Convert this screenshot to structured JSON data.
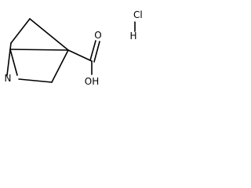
{
  "molecule": {
    "atoms": {
      "nitrogen": "N",
      "carbonyl_oxygen": "O",
      "hydroxyl": "OH",
      "chlorine": "Cl",
      "hydrogen": "H"
    }
  }
}
